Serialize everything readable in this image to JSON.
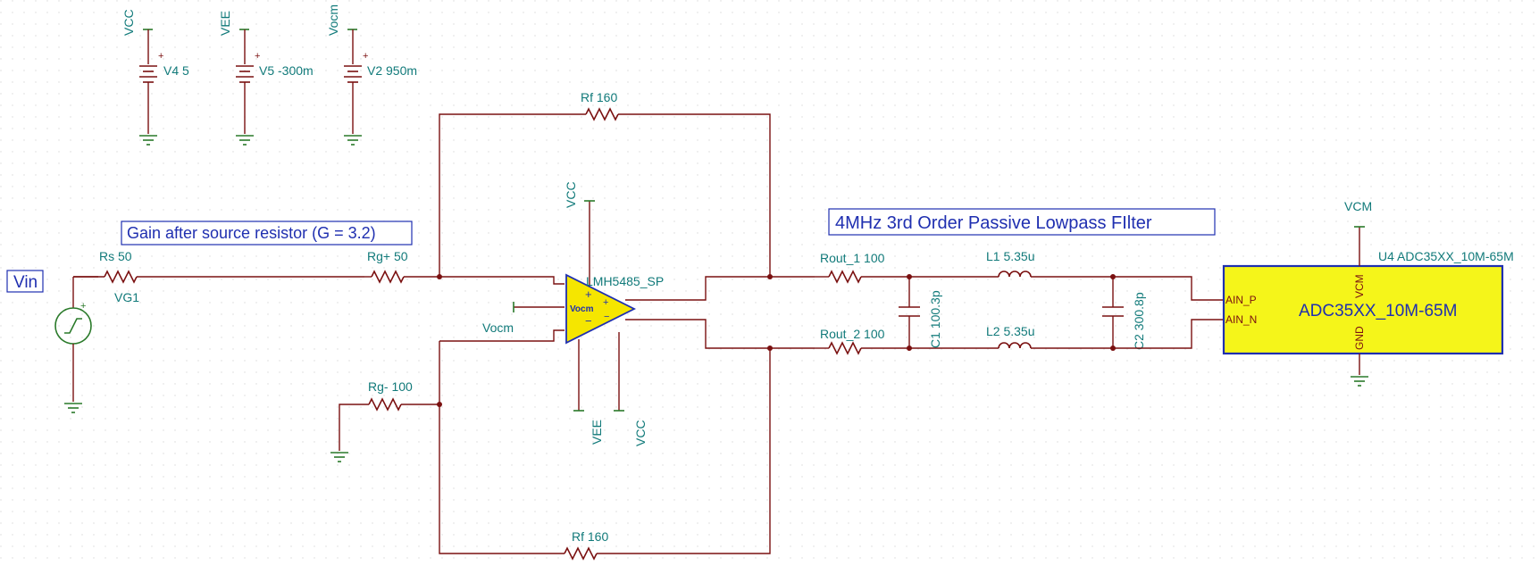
{
  "annotations": {
    "gain_note": "Gain after source resistor (G = 3.2)",
    "filter_title": "4MHz 3rd Order Passive Lowpass FIlter",
    "vin_label": "Vin"
  },
  "supplies": {
    "v4": {
      "net": "VCC",
      "name": "V4 5"
    },
    "v5": {
      "net": "VEE",
      "name": "V5 -300m"
    },
    "v2": {
      "net": "Vocm",
      "name": "V2 950m"
    }
  },
  "source": {
    "name": "VG1",
    "rs": "Rs 50"
  },
  "resistors": {
    "rf_top": "Rf 160",
    "rf_bottom": "Rf 160",
    "rg_plus": "Rg+ 50",
    "rg_minus": "Rg- 100",
    "rout1": "Rout_1 100",
    "rout2": "Rout_2 100"
  },
  "amplifier": {
    "name": "LMH5485_SP",
    "vocm_pin": "Vocm",
    "vocm_net": "Vocm",
    "vcc_top": "VCC",
    "vee_bottom": "VEE",
    "vcc_bottom": "VCC",
    "plus": "+",
    "minus": "−"
  },
  "filter": {
    "c1": "C1 100.3p",
    "c2": "C2 300.8p",
    "l1": "L1 5.35u",
    "l2": "L2 5.35u"
  },
  "adc": {
    "ref": "U4 ADC35XX_10M-65M",
    "body_label": "ADC35XX_10M-65M",
    "pin_p": "AIN_P",
    "pin_n": "AIN_N",
    "pin_vcm": "VCM",
    "pin_gnd": "GND",
    "vcm_net": "VCM"
  },
  "colors": {
    "wire": "#7a1010",
    "label": "#117a7a",
    "title_blue": "#1f2fb0",
    "amp_fill": "#f5e600",
    "adc_fill": "#f5f51a",
    "ground": "#2a7a2a"
  }
}
